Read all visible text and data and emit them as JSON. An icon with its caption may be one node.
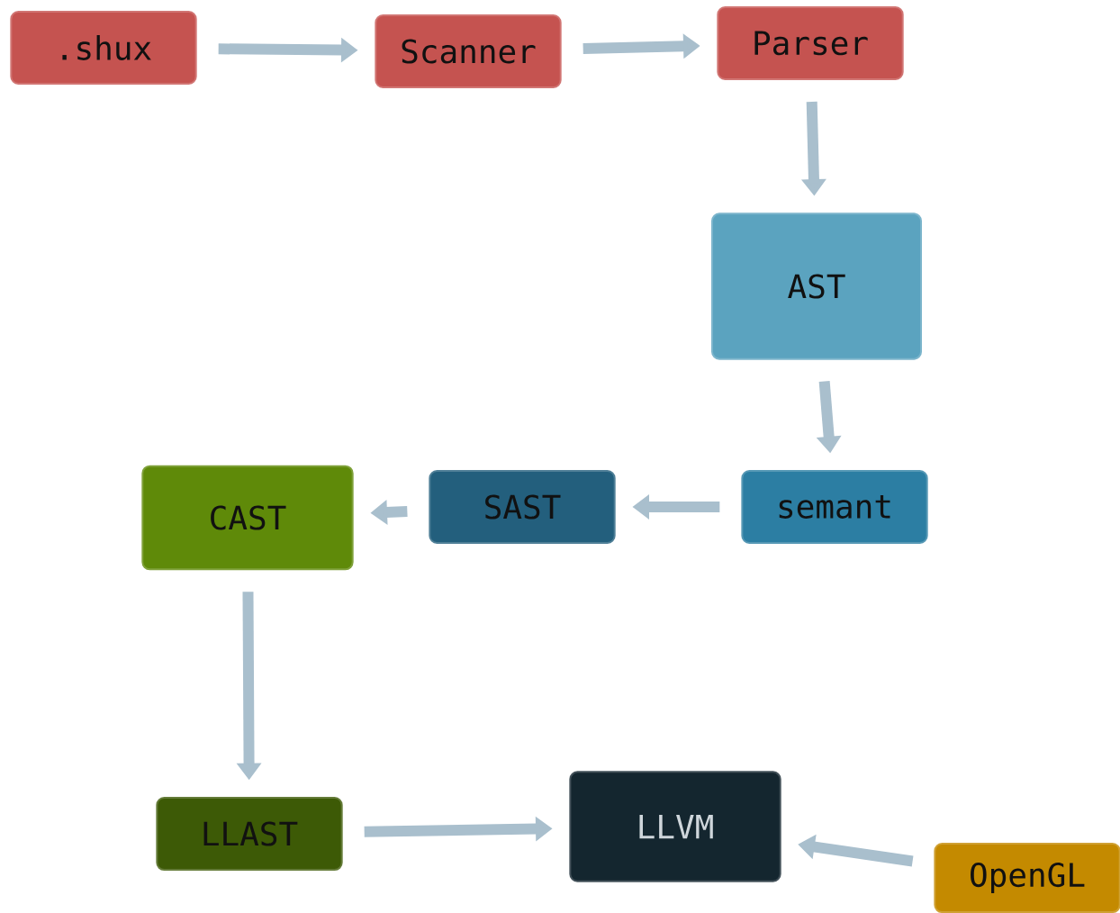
{
  "diagram": {
    "nodes": [
      {
        "text": [
          ".shux"
        ]
      },
      {
        "text": [
          "Scanner"
        ]
      },
      {
        "text": [
          "Parser"
        ]
      },
      {
        "text": [
          "AST"
        ]
      },
      {
        "text": [
          "semant"
        ]
      },
      {
        "text": [
          "SAST"
        ]
      },
      {
        "text": [
          "CAST"
        ]
      },
      {
        "text": [
          "LLAST"
        ]
      },
      {
        "text": [
          "LLVM"
        ]
      },
      {
        "text": [
          "OpenGL"
        ]
      }
    ],
    "edges": [
      {
        "from": 0,
        "to": 1,
        "arrow": "to"
      },
      {
        "from": 1,
        "to": 2,
        "arrow": "to"
      },
      {
        "from": 2,
        "to": 3,
        "arrow": "to"
      },
      {
        "from": 3,
        "to": 4,
        "arrow": "to"
      },
      {
        "from": 4,
        "to": 5,
        "arrow": "to"
      },
      {
        "from": 5,
        "to": 6,
        "arrow": "to"
      },
      {
        "from": 6,
        "to": 7,
        "arrow": "to"
      },
      {
        "from": 7,
        "to": 8,
        "arrow": "to"
      },
      {
        "from": 9,
        "to": 8,
        "arrow": "to"
      }
    ]
  }
}
